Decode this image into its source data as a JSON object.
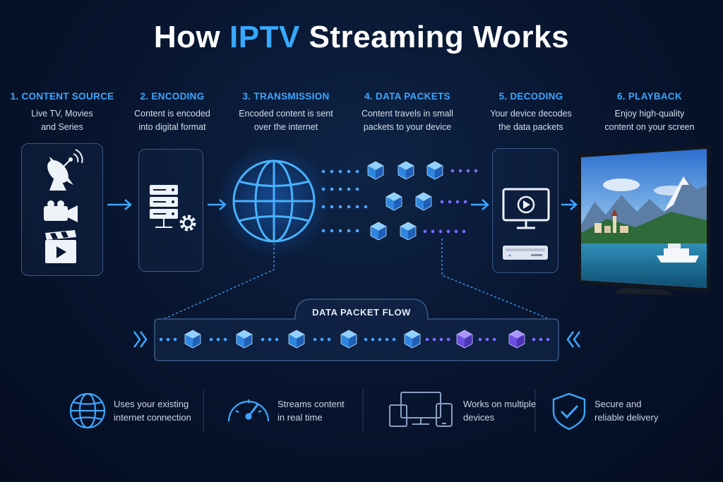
{
  "title": {
    "prefix": "How",
    "accent": "IPTV",
    "suffix": "Streaming Works"
  },
  "steps": [
    {
      "label": "1. CONTENT SOURCE",
      "line1": "Live TV, Movies",
      "line2": "and Series"
    },
    {
      "label": "2. ENCODING",
      "line1": "Content is encoded",
      "line2": "into digital format"
    },
    {
      "label": "3. TRANSMISSION",
      "line1": "Encoded content is sent",
      "line2": "over the internet"
    },
    {
      "label": "4. DATA PACKETS",
      "line1": "Content travels in small",
      "line2": "packets to your device"
    },
    {
      "label": "5. DECODING",
      "line1": "Your device decodes",
      "line2": "the data packets"
    },
    {
      "label": "6. PLAYBACK",
      "line1": "Enjoy high-quality",
      "line2": "content on your screen"
    }
  ],
  "flow": {
    "label": "DATA PACKET FLOW"
  },
  "features": [
    {
      "line1": "Uses your existing",
      "line2": "internet connection",
      "icon": "globe-icon"
    },
    {
      "line1": "Streams content",
      "line2": "in real time",
      "icon": "speedometer-icon"
    },
    {
      "line1": "Works on multiple",
      "line2": "devices",
      "icon": "devices-icon"
    },
    {
      "line1": "Secure and",
      "line2": "reliable delivery",
      "icon": "shield-check-icon"
    }
  ],
  "colors": {
    "accent": "#36a9ff",
    "packet": "#3aa0ff",
    "packet_violet": "#7b5cff",
    "panel_border": "#3a5a86"
  }
}
